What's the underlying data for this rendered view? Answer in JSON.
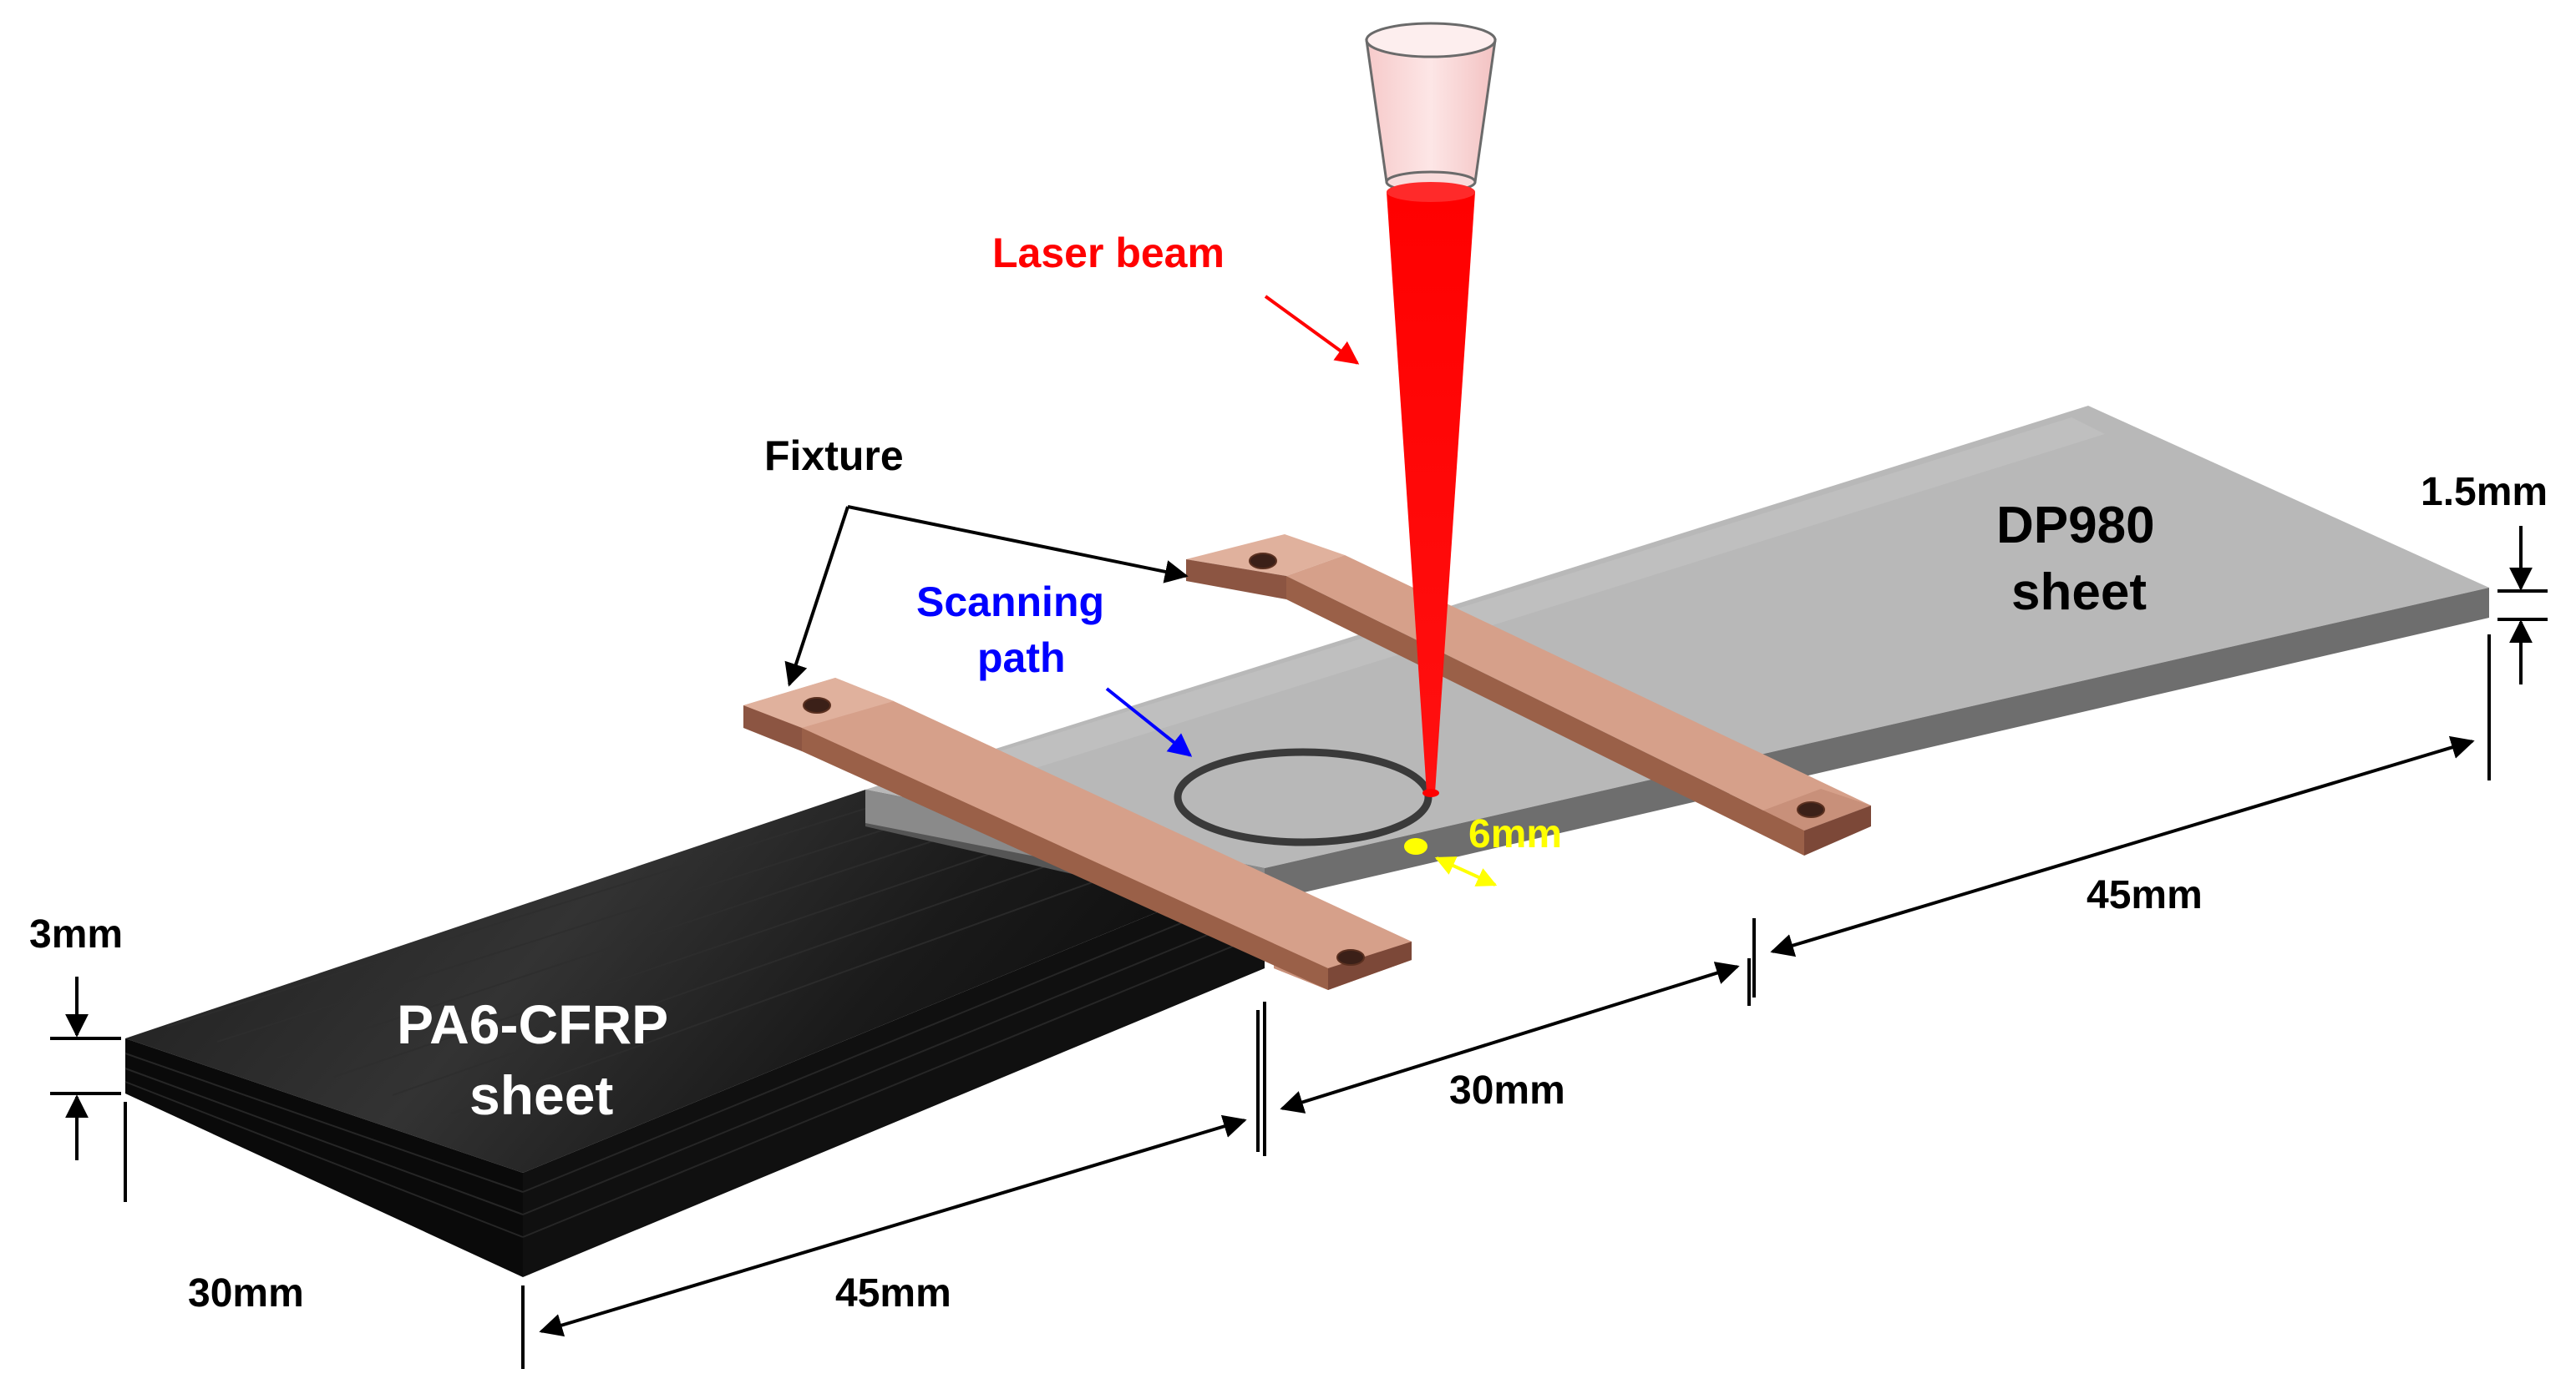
{
  "labels": {
    "laser_beam": "Laser beam",
    "fixture": "Fixture",
    "scanning_path_line1": "Scanning",
    "scanning_path_line2": "path",
    "dp980_line1": "DP980",
    "dp980_line2": "sheet",
    "cfrp_line1": "PA6-CFRP",
    "cfrp_line2": "sheet"
  },
  "dimensions": {
    "steel_thickness": "1.5mm",
    "cfrp_thickness": "3mm",
    "steel_length": "45mm",
    "cfrp_length": "45mm",
    "overlap": "30mm",
    "width": "30mm",
    "scan_diameter": "6mm"
  },
  "colors": {
    "laser": "#ff0000",
    "steel": "#b8b8b8",
    "cfrp": "#141414",
    "fixture": "#d4a089",
    "scan_path": "#3a3a3a",
    "scan_label": "#0000ff",
    "dimension_yellow": "#ffff00",
    "text_dark": "#000000",
    "text_light": "#ffffff"
  }
}
